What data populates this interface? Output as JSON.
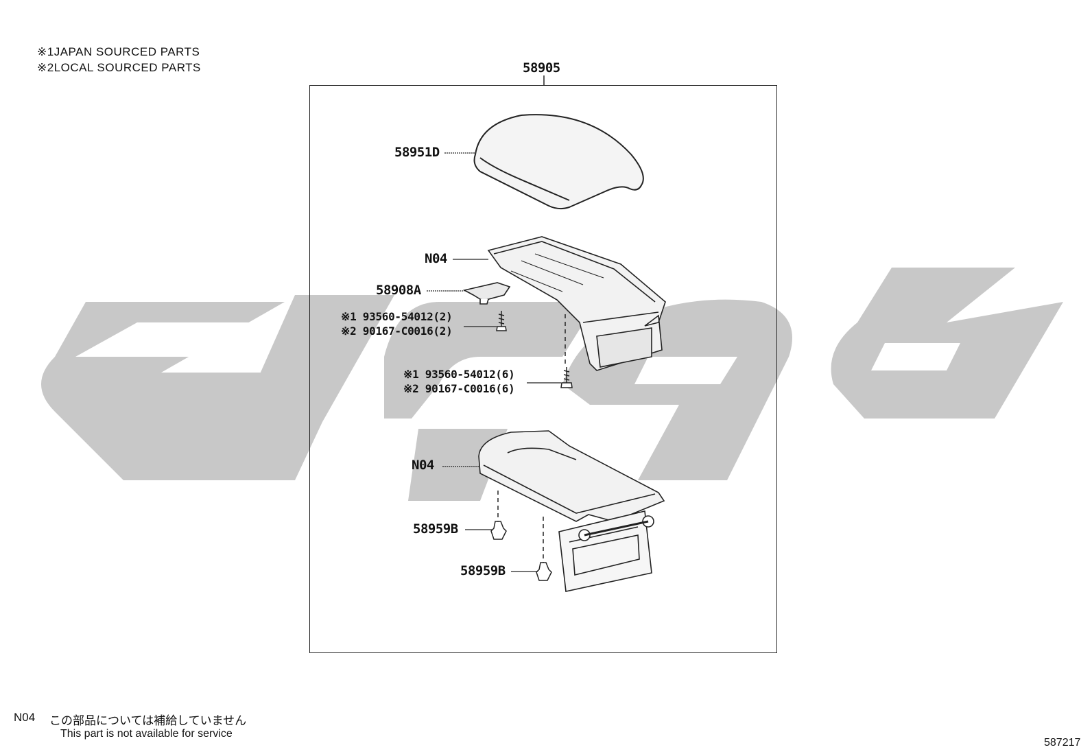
{
  "notes": [
    {
      "mark": "※1",
      "text": "JAPAN SOURCED PARTS"
    },
    {
      "mark": "※2",
      "text": "LOCAL SOURCED PARTS"
    }
  ],
  "assembly_number": "58905",
  "callouts": {
    "lid": "58951D",
    "upper_base": "N04",
    "latch": "58908A",
    "screw_small_1": "※1 93560-54012(2)",
    "screw_small_2": "※2 90167-C0016(2)",
    "screw_large_1": "※1 93560-54012(6)",
    "screw_large_2": "※2 90167-C0016(6)",
    "lower_base": "N04",
    "clip_upper": "58959B",
    "clip_lower": "58959B"
  },
  "footnote": {
    "code": "N04",
    "japanese": "この部品については補給していません",
    "english": "This part is not available for service"
  },
  "diagram_id": "587217",
  "colors": {
    "watermark": "#c8c8c8",
    "line": "#222222",
    "part_fill": "#f4f4f4"
  }
}
